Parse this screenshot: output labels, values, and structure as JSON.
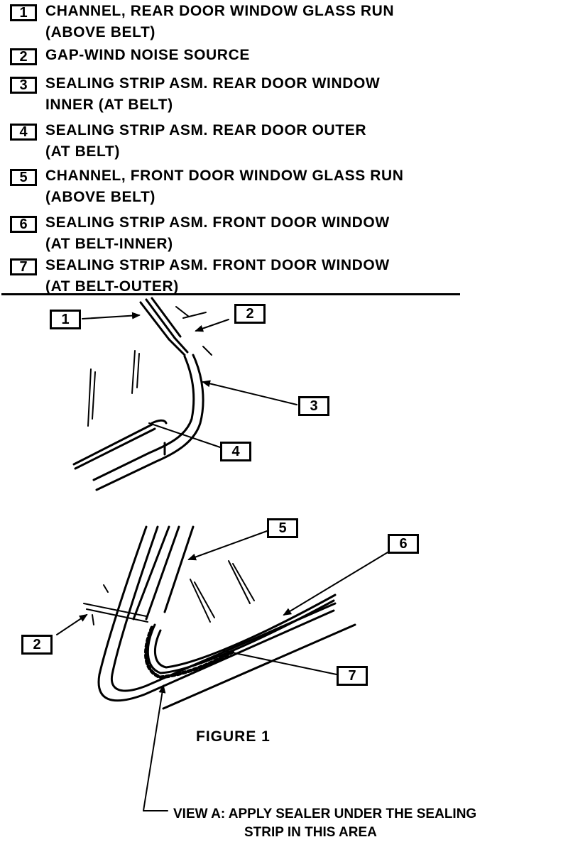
{
  "legend": {
    "items": [
      {
        "number": "1",
        "line1": "CHANNEL, REAR DOOR WINDOW GLASS RUN",
        "line2": "(ABOVE BELT)"
      },
      {
        "number": "2",
        "line1": "GAP-WIND NOISE SOURCE",
        "line2": ""
      },
      {
        "number": "3",
        "line1": "SEALING STRIP ASM. REAR DOOR WINDOW",
        "line2": "INNER (AT BELT)"
      },
      {
        "number": "4",
        "line1": "SEALING STRIP ASM. REAR DOOR OUTER",
        "line2": "(AT BELT)"
      },
      {
        "number": "5",
        "line1": "CHANNEL, FRONT DOOR WINDOW GLASS RUN",
        "line2": "(ABOVE BELT)"
      },
      {
        "number": "6",
        "line1": "SEALING STRIP ASM. FRONT DOOR WINDOW",
        "line2": "(AT BELT-INNER)"
      },
      {
        "number": "7",
        "line1": "SEALING STRIP ASM. FRONT DOOR WINDOW",
        "line2": "(AT BELT-OUTER)"
      }
    ]
  },
  "callouts": {
    "top": [
      "1",
      "2",
      "3",
      "4"
    ],
    "bottom": [
      "5",
      "6",
      "2",
      "7"
    ]
  },
  "figure_label": "FIGURE  1",
  "note": {
    "line1": "VIEW A:  APPLY SEALER UNDER THE SEALING",
    "line2": "STRIP IN THIS AREA"
  }
}
